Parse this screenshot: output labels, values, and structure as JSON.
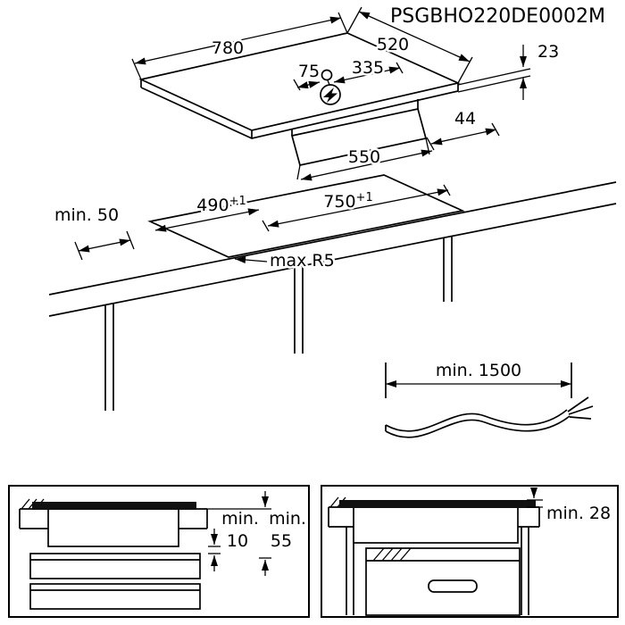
{
  "title": "PSGBHO220DE0002M",
  "hob": {
    "width": "780",
    "depth": "520",
    "connection_offset_left": "75",
    "connection_offset_right": "335",
    "build_in_height": "23",
    "casing_inset": "44",
    "casing_width": "550"
  },
  "cutout": {
    "front_clearance": "min. 50",
    "depth": "490",
    "depth_tol": "+1",
    "width": "750",
    "width_tol": "+1",
    "corner_radius": "max R5"
  },
  "cable": {
    "min_length": "min. 1500"
  },
  "clearance_drawer": {
    "label_a": "min.",
    "value_a": "10",
    "label_b": "min.",
    "value_b": "55"
  },
  "clearance_oven": {
    "label": "min. 28"
  }
}
